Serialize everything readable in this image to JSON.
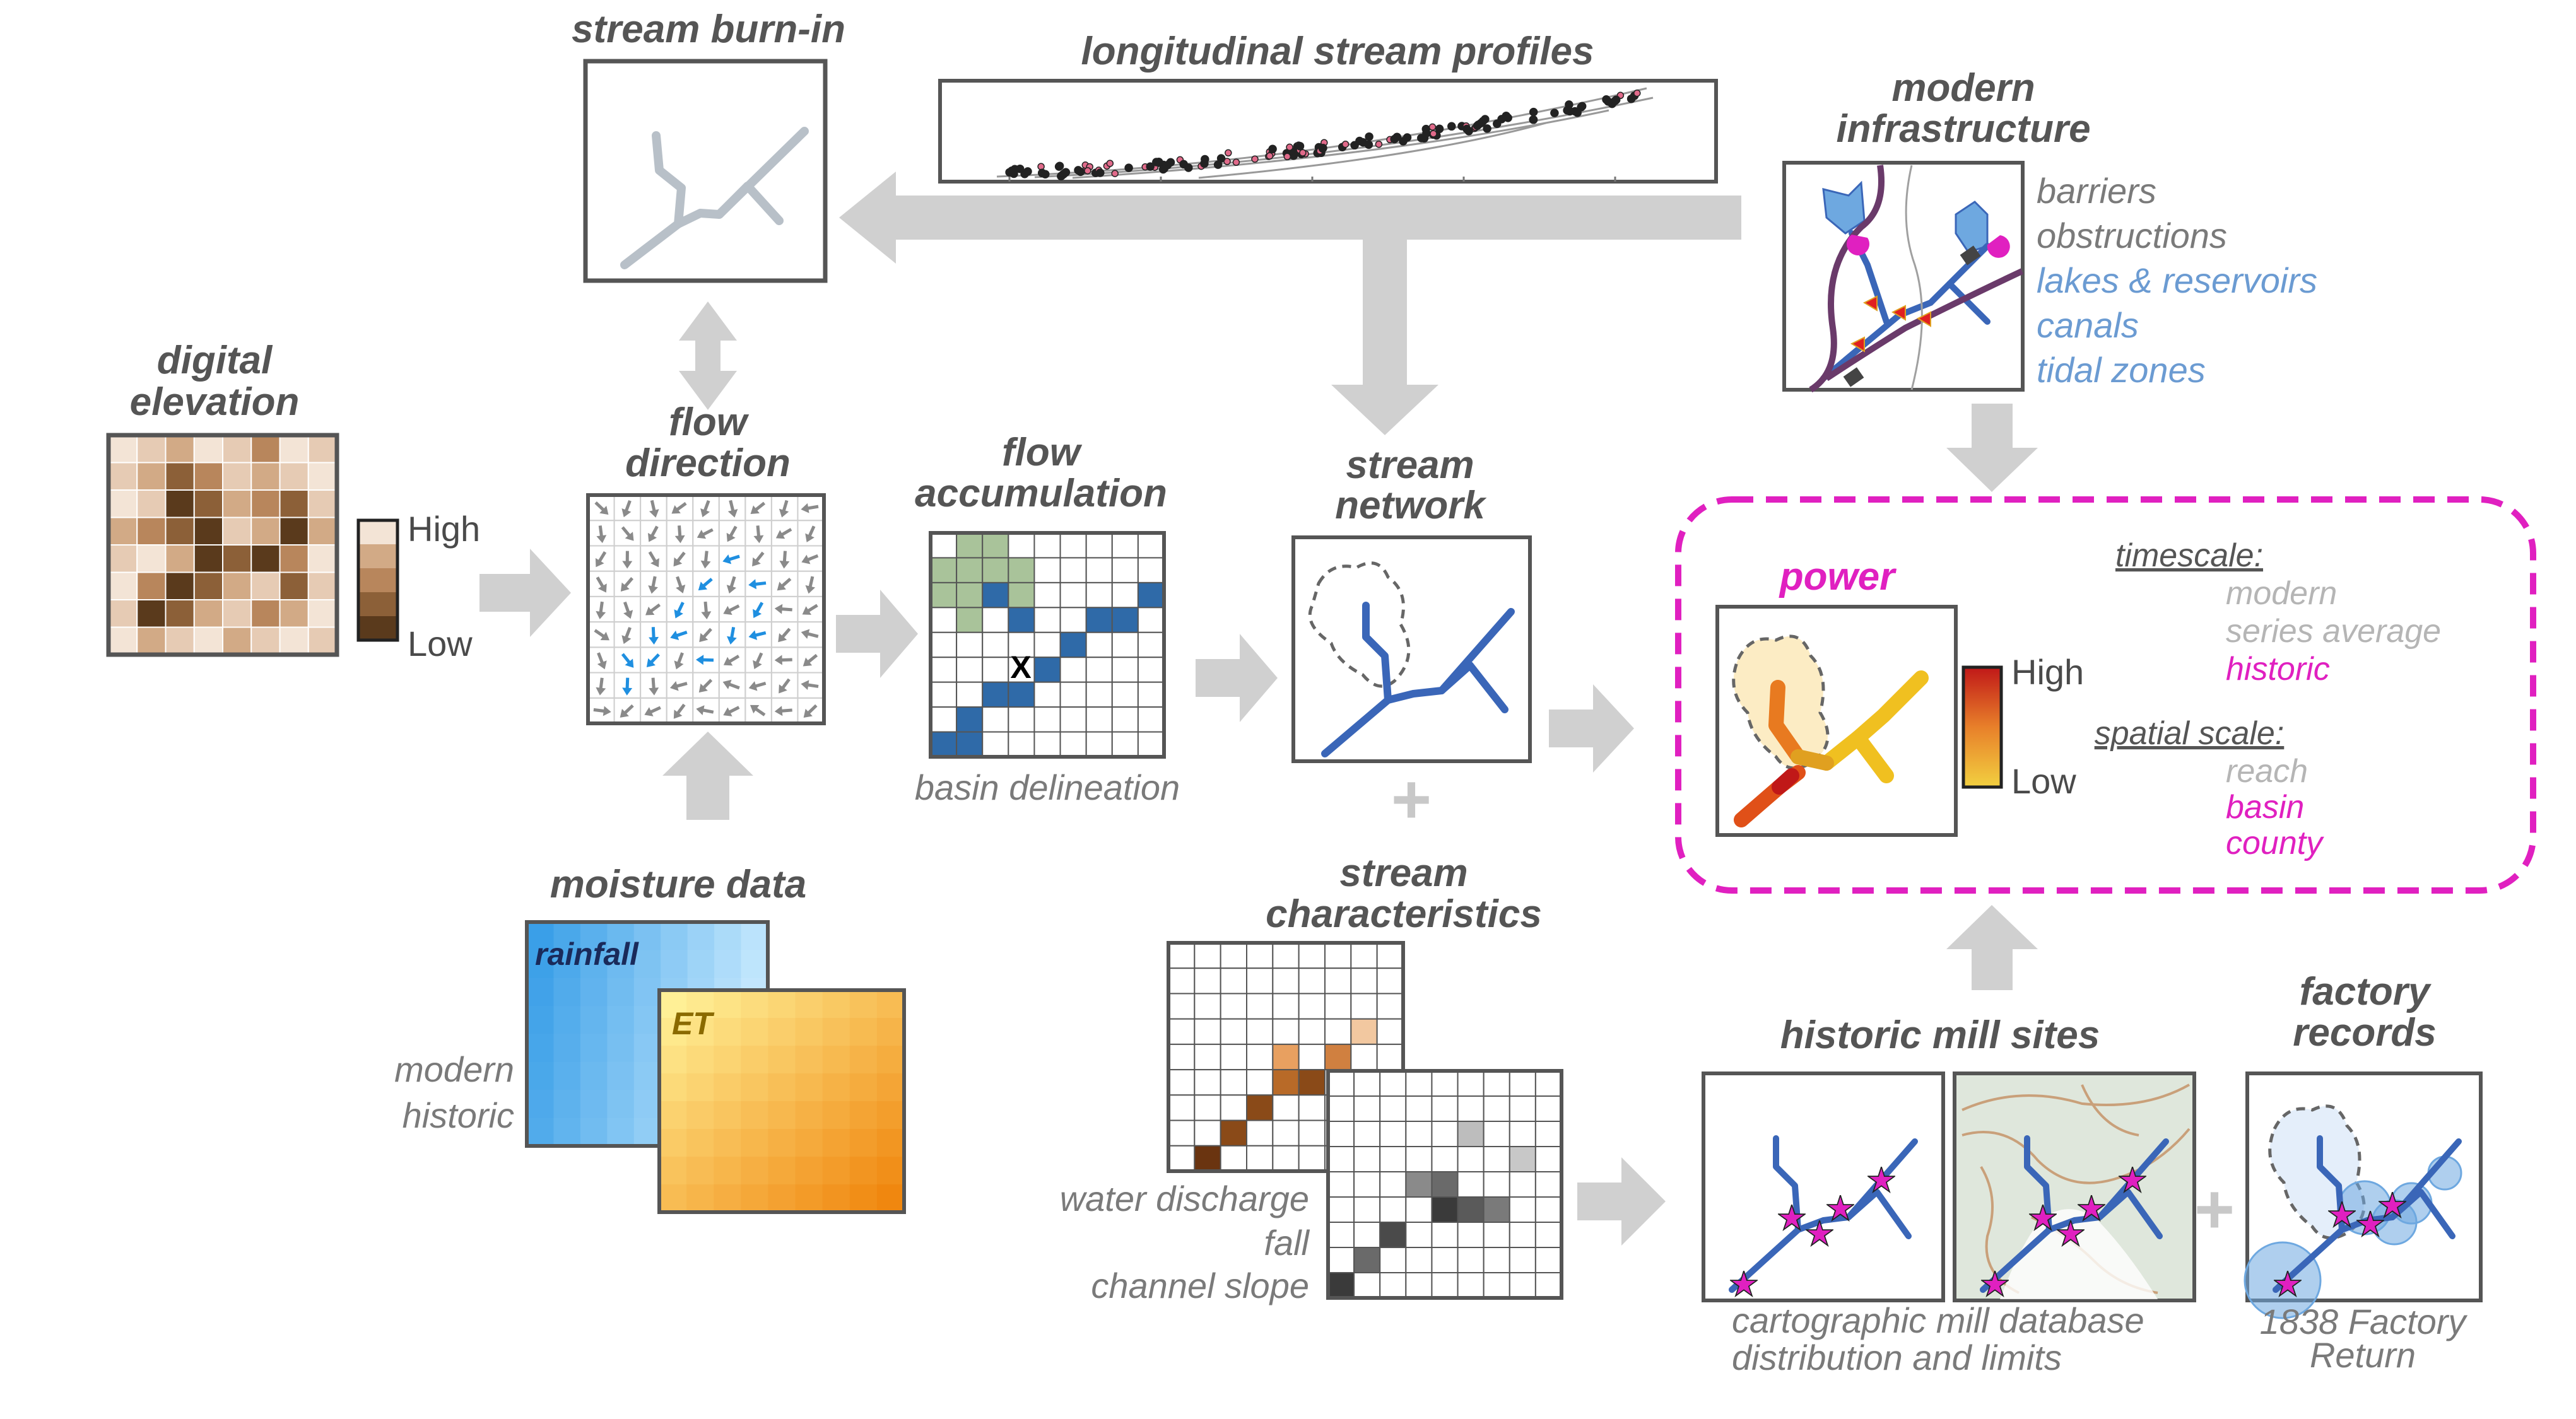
{
  "digital_elevation": {
    "title_line1": "digital",
    "title_line2": "elevation",
    "legend_high": "High",
    "legend_low": "Low"
  },
  "stream_burn_in": {
    "title": "stream burn-in"
  },
  "longitudinal_profiles": {
    "title": "longitudinal stream profiles"
  },
  "modern_infrastructure": {
    "title_line1": "modern",
    "title_line2": "infrastructure",
    "items": [
      {
        "label": "barriers",
        "color": "#7a7a7a"
      },
      {
        "label": "obstructions",
        "color": "#7a7a7a"
      },
      {
        "label": "lakes & reservoirs",
        "color": "#6b9bd2"
      },
      {
        "label": "canals",
        "color": "#6b9bd2"
      },
      {
        "label": "tidal zones",
        "color": "#6b9bd2"
      }
    ]
  },
  "flow_direction": {
    "title_line1": "flow",
    "title_line2": "direction"
  },
  "flow_accumulation": {
    "title_line1": "flow",
    "title_line2": "accumulation",
    "outlet_mark": "X",
    "caption": "basin delineation"
  },
  "stream_network": {
    "title_line1": "stream",
    "title_line2": "network",
    "plus": "+"
  },
  "stream_characteristics": {
    "title_line1": "stream",
    "title_line2": "characteristics",
    "labels": [
      "water discharge",
      "fall",
      "channel slope"
    ]
  },
  "moisture_data": {
    "title": "moisture data",
    "rainfall_label": "rainfall",
    "et_label": "ET",
    "period_labels": [
      "modern",
      "historic"
    ]
  },
  "power_panel": {
    "title": "power",
    "legend_high": "High",
    "legend_low": "Low",
    "timescale": {
      "header": "timescale:",
      "options": [
        {
          "label": "modern",
          "color": "#b5b5b5"
        },
        {
          "label": "series average",
          "color": "#b5b5b5"
        },
        {
          "label": "historic",
          "color": "#e020c0"
        }
      ]
    },
    "spatial_scale": {
      "header": "spatial scale:",
      "options": [
        {
          "label": "reach",
          "color": "#b5b5b5"
        },
        {
          "label": "basin",
          "color": "#e020c0"
        },
        {
          "label": "county",
          "color": "#e020c0"
        }
      ]
    },
    "frame_color": "#e020c0"
  },
  "historic_mill_sites": {
    "title": "historic mill sites",
    "caption_line1": "cartographic mill database",
    "caption_line2": "distribution and limits"
  },
  "factory_records": {
    "title_line1": "factory",
    "title_line2": "records",
    "caption_line1": "1838 Factory",
    "caption_line2": "Return",
    "plus": "+"
  },
  "colors": {
    "arrow": "#d0d0d0",
    "frame": "#555555",
    "stream": "#3a66b8",
    "basin_outline": "#666666",
    "star": "#e020c0"
  }
}
